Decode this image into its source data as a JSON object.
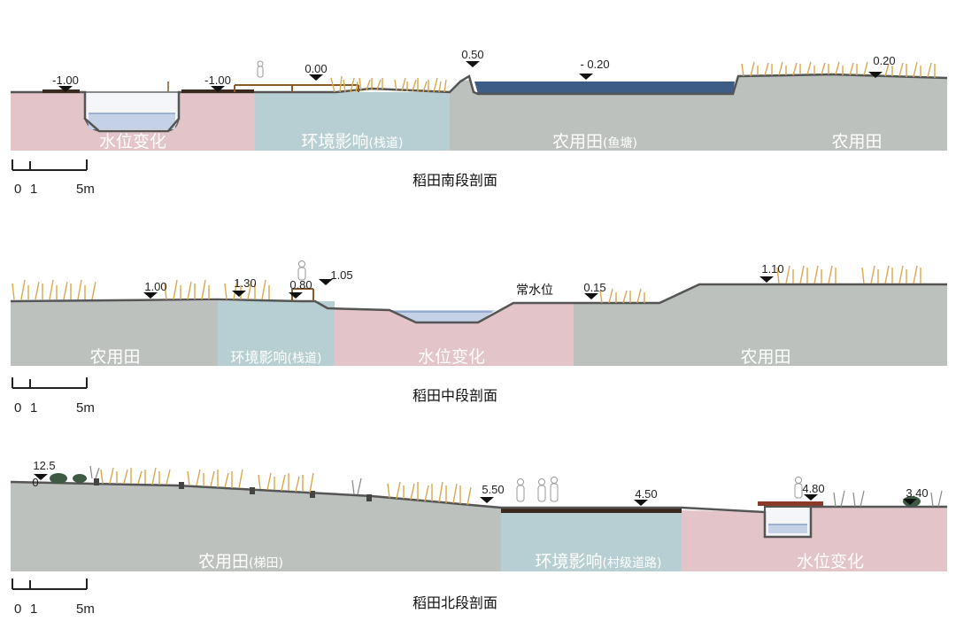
{
  "colors": {
    "agri": "#bcc1bd",
    "env": "#b7cfd3",
    "water_change": "#e2c4c9",
    "ground_line": "#555555",
    "water_surface": "#3e5d86",
    "boardwalk": "#8b5a2b",
    "reed": "#d9a84a"
  },
  "scale_bar": {
    "labels": [
      "0",
      "1",
      "5m"
    ]
  },
  "sections": [
    {
      "id": "south",
      "title": "稻田南段剖面",
      "zones": [
        {
          "label": "水位变化",
          "sub": ""
        },
        {
          "label": "环境影响",
          "sub": "(栈道)"
        },
        {
          "label": "农用田",
          "sub": "(鱼塘)"
        },
        {
          "label": "农用田",
          "sub": ""
        }
      ],
      "elevations": [
        "-1.00",
        "-1.00",
        "0.00",
        "0.50",
        "- 0.20",
        "0.20"
      ]
    },
    {
      "id": "middle",
      "title": "稻田中段剖面",
      "zones": [
        {
          "label": "农用田",
          "sub": ""
        },
        {
          "label": "环境影响",
          "sub": "(栈道)"
        },
        {
          "label": "水位变化",
          "sub": ""
        },
        {
          "label": "农用田",
          "sub": ""
        }
      ],
      "elevations": [
        "1.00",
        "1.30",
        "0.80",
        "1.05",
        "0.15",
        "1.10"
      ],
      "note": "常水位"
    },
    {
      "id": "north",
      "title": "稻田北段剖面",
      "zones": [
        {
          "label": "农用田",
          "sub": "(梯田)"
        },
        {
          "label": "环境影响",
          "sub": "(村级道路)"
        },
        {
          "label": "水位变化",
          "sub": ""
        }
      ],
      "elevations": [
        "12.5",
        "5.50",
        "4.50",
        "4.80",
        "3.40"
      ],
      "elevation_extra": "0"
    }
  ]
}
